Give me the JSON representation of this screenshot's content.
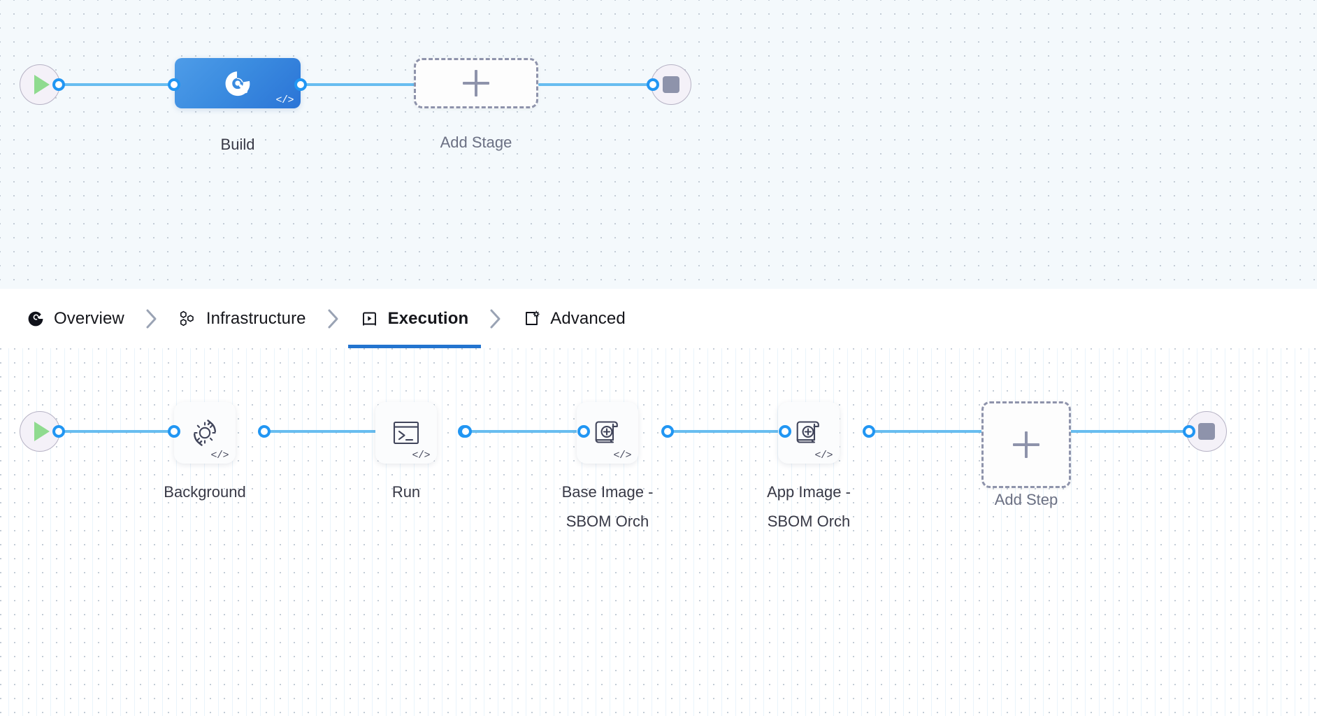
{
  "stage_graph": {
    "start_node": {
      "icon": "play-icon",
      "label": ""
    },
    "end_node": {
      "icon": "stop-icon",
      "label": ""
    },
    "stages": [
      {
        "id": "build",
        "label": "Build",
        "icon": "harness-ci-icon",
        "code_badge": "</>",
        "selected": true
      }
    ],
    "add_stage": {
      "label": "Add Stage",
      "icon": "plus-icon"
    }
  },
  "tabs": {
    "separator": "chevron-right-icon",
    "items": [
      {
        "id": "overview",
        "label": "Overview",
        "icon": "overview-icon",
        "active": false
      },
      {
        "id": "infrastructure",
        "label": "Infrastructure",
        "icon": "infrastructure-icon",
        "active": false
      },
      {
        "id": "execution",
        "label": "Execution",
        "icon": "execution-icon",
        "active": true
      },
      {
        "id": "advanced",
        "label": "Advanced",
        "icon": "advanced-icon",
        "active": false
      }
    ]
  },
  "execution_graph": {
    "start_node": {
      "icon": "play-icon"
    },
    "end_node": {
      "icon": "stop-icon"
    },
    "steps": [
      {
        "id": "background",
        "label": "Background",
        "icon": "gear-refresh-icon",
        "code_badge": "</>"
      },
      {
        "id": "run",
        "label": "Run",
        "icon": "terminal-icon",
        "code_badge": "</>"
      },
      {
        "id": "base-image-sbom",
        "label": "Base Image -\nSBOM Orch",
        "icon": "sbom-scroll-icon",
        "code_badge": "</>"
      },
      {
        "id": "app-image-sbom",
        "label": "App Image -\nSBOM Orch",
        "icon": "sbom-scroll-icon",
        "code_badge": "</>"
      }
    ],
    "add_step": {
      "label": "Add Step",
      "icon": "plus-icon"
    }
  },
  "colors": {
    "accent_blue": "#2374cf",
    "edge_blue": "#68bdf0",
    "port_blue": "#2196f3",
    "stage_gradient_from": "#4e9ce8",
    "stage_gradient_to": "#2b74d6",
    "play_green": "#8fdb8f",
    "stop_gray": "#8e93ab",
    "label_gray": "#383946",
    "canvas_top_bg": "#f4f9fc",
    "canvas_bottom_bg": "#ffffff"
  }
}
